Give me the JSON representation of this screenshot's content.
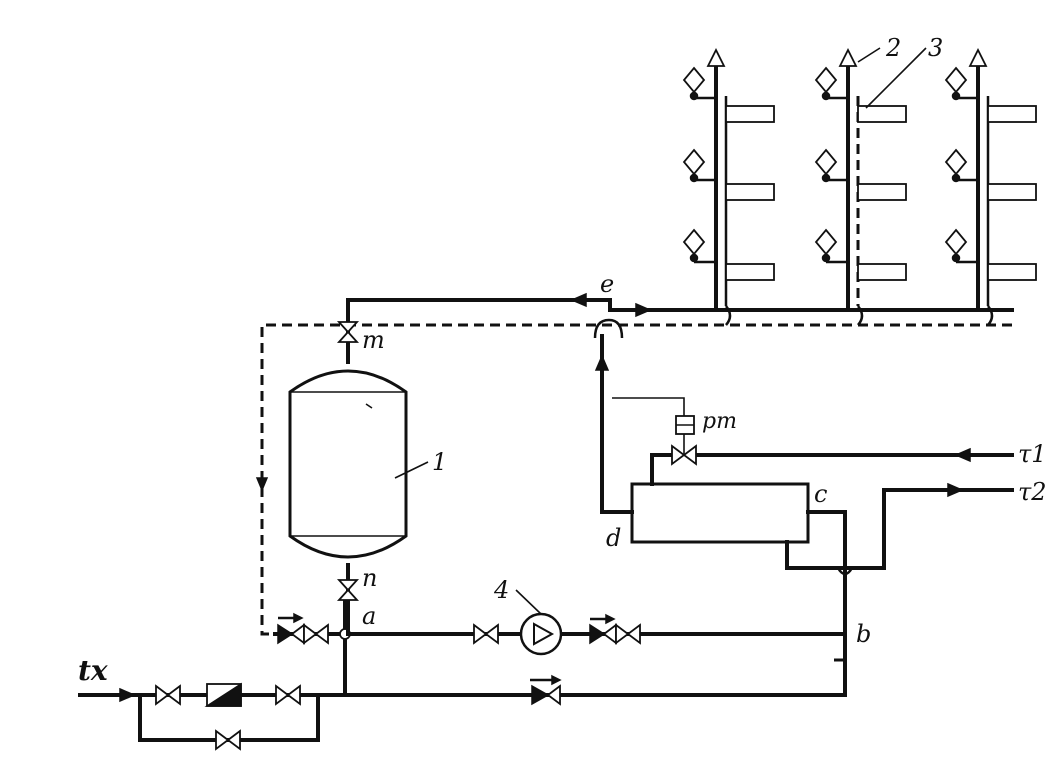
{
  "labels": {
    "storage_tank": "1",
    "air_vent": "2",
    "towel_dryer": "3",
    "pump": "4",
    "valve_top": "m",
    "valve_bottom": "n",
    "node_a": "a",
    "node_b": "b",
    "node_c": "c",
    "node_d": "d",
    "node_e": "e",
    "temp_regulator": "pт",
    "cold_water_input": "tх",
    "heating_supply": "τ1",
    "heating_return": "τ2"
  },
  "colors": {
    "ink": "#111111",
    "paper": "#ffffff"
  }
}
